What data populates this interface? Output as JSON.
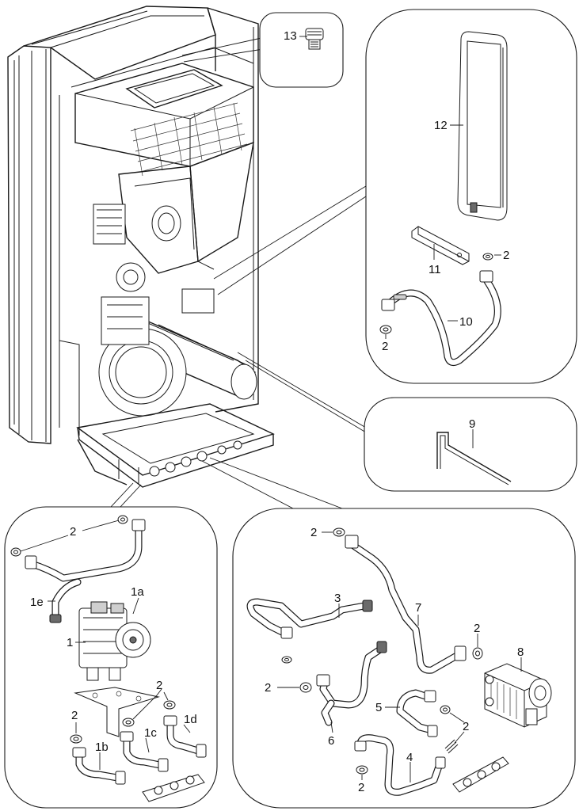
{
  "callouts": {
    "c13": "13",
    "c12": "12",
    "c11": "11",
    "c2a": "2",
    "c10": "10",
    "c2b": "2",
    "c9": "9",
    "c2c": "2",
    "c1e": "1e",
    "c1a": "1a",
    "c1": "1",
    "c2d": "2",
    "c2e": "2",
    "c1d": "1d",
    "c1c": "1c",
    "c1b": "1b",
    "c2f": "2",
    "c3": "3",
    "c7": "7",
    "c2g": "2",
    "c8": "8",
    "c2h": "2",
    "c5": "5",
    "c2i": "2",
    "c6": "6",
    "c4": "4",
    "c2j": "2"
  }
}
